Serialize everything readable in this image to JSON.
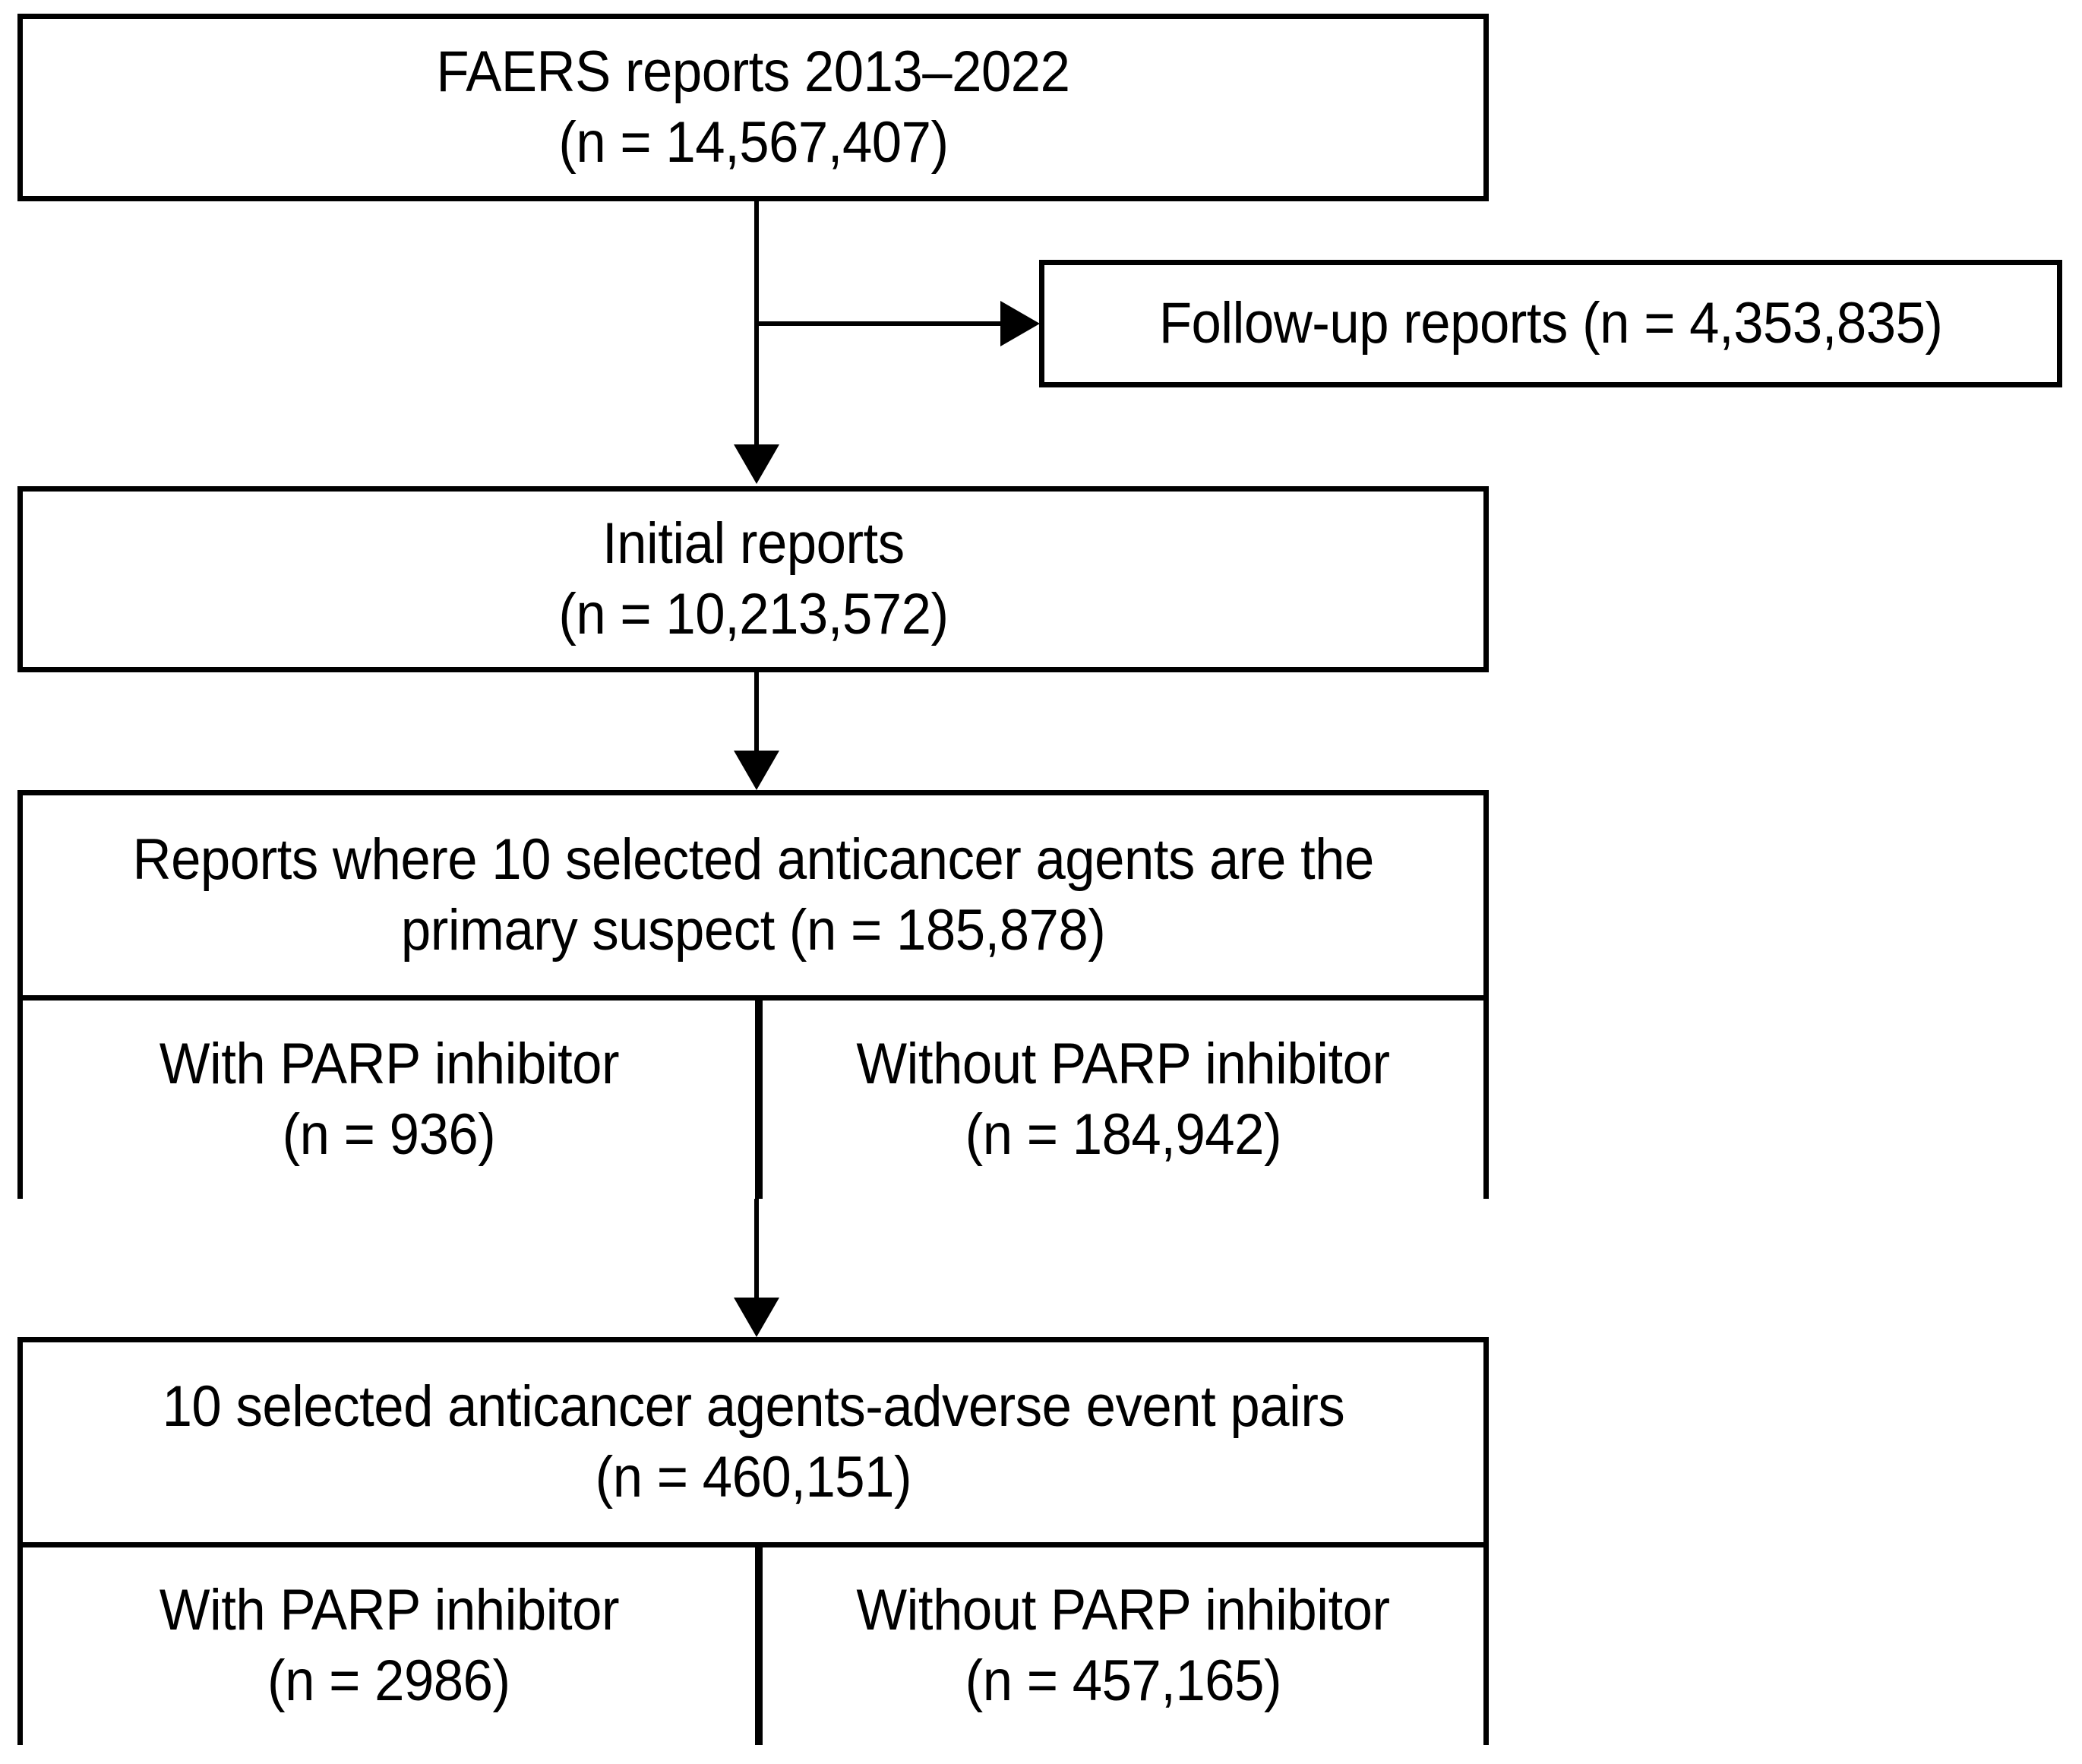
{
  "diagram": {
    "type": "flowchart",
    "title": "FAERS report selection flow diagram",
    "colors": {
      "border": "#000000",
      "background": "#ffffff",
      "text": "#000000"
    },
    "nodes": {
      "faers_reports": {
        "line1": "FAERS reports 2013–2022",
        "line2": "(n = 14,567,407)"
      },
      "followup_reports": {
        "line1": "Follow-up reports (n = 4,353,835)"
      },
      "initial_reports": {
        "line1": "Initial reports",
        "line2": "(n = 10,213,572)"
      },
      "primary_suspect_reports": {
        "line1": "Reports where 10 selected anticancer agents are the",
        "line2": "primary suspect (n = 185,878)"
      },
      "reports_with_parp": {
        "line1": "With PARP inhibitor",
        "line2": "(n = 936)"
      },
      "reports_without_parp": {
        "line1": "Without PARP inhibitor",
        "line2": "(n = 184,942)"
      },
      "agent_ae_pairs": {
        "line1": "10 selected anticancer agents-adverse event pairs",
        "line2": "(n = 460,151)"
      },
      "pairs_with_parp": {
        "line1": "With PARP inhibitor",
        "line2": "(n = 2986)"
      },
      "pairs_without_parp": {
        "line1": "Without PARP inhibitor",
        "line2": "(n = 457,165)"
      }
    },
    "connectors": [
      {
        "name": "faers-to-initial",
        "kind": "arrow-down"
      },
      {
        "name": "faers-to-followup",
        "kind": "arrow-right"
      },
      {
        "name": "initial-to-primary-suspect",
        "kind": "arrow-down"
      },
      {
        "name": "primary-suspect-to-pairs",
        "kind": "arrow-down"
      }
    ]
  }
}
